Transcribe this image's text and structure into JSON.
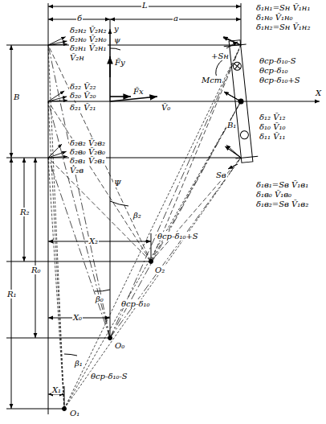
{
  "diagram": {
    "labels": [
      "L",
      "б",
      "a",
      "y",
      "δ₂н₂ V̄₂н₂",
      "δ₂н₀ V̄₂н₀",
      "δ₂н₁ V̄₂н₁",
      "V̄₂н",
      "F̄y",
      "ψ",
      "F̄x",
      "δ₂₂ V̄₂₂",
      "δ₂₀ V̄₂₀",
      "δ₂₁ V̄₂₁",
      "V̄₀",
      "δ₂в₂ V̄₂в₂",
      "δ₂в₀ V̄₂в₀",
      "δ₂в₁ V̄₂в₁",
      "V̄₂в",
      "Ψ",
      "B",
      "R₂",
      "R₀",
      "R₁",
      "X₂",
      "O₂",
      "β₂",
      "θср-δ₁₀+S",
      "X₀",
      "O₀",
      "β₀",
      "θср-δ₁₀",
      "X₁",
      "O₁",
      "β₁",
      "θср-δ₁₀-S",
      "δ₁н₁=Sн V̄₁н₁",
      "δ₁н₀ V̄₁н₀",
      "δ₁н₂=Sн V̄₁н₂",
      "+Sн",
      "Mст",
      "B₁",
      "θср-δ₁₀-S",
      "θср-δ₁₀",
      "θср-δ₁₀+S",
      "X",
      "δ₁₂ V̄₁₂",
      "δ₁₀ V̄₁₀",
      "δ₁₁ V̄₁₁",
      "Sв",
      "δ₁в₁=Sв V̄₁в₁",
      "δ₁в₀ V̄₁в₀",
      "δ₁в₂=Sв V̄₁в₂"
    ]
  }
}
